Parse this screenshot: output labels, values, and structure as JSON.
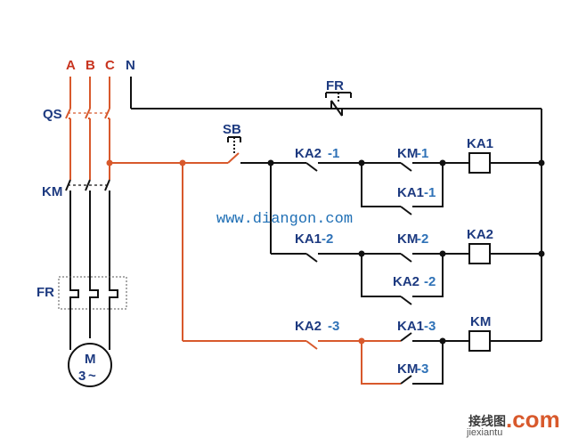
{
  "colors": {
    "black": "#111111",
    "orange": "#d8592c",
    "blue": "#2f72b7",
    "label_red": "#c8341f",
    "navy": "#1d3a80"
  },
  "phase_labels": {
    "a": "A",
    "b": "B",
    "c": "C",
    "n": "N"
  },
  "labels": {
    "qs": "QS",
    "km_main": "KM",
    "fr_main": "FR",
    "motor_m": "M",
    "motor_3": "3",
    "motor_ac": "~",
    "fr_top": "FR",
    "sb": "SB",
    "ka2_1_name": "KA2",
    "ka2_1_idx": "-1",
    "km_1_name": "KM",
    "km_1_idx": "-1",
    "ka1_1_name": "KA1",
    "ka1_1_idx": "-1",
    "coil_ka1": "KA1",
    "ka1_2_name": "KA1",
    "ka1_2_idx": "-2",
    "km_2_name": "KM",
    "km_2_idx": "-2",
    "ka2_2_name": "KA2",
    "ka2_2_idx": "-2",
    "coil_ka2": "KA2",
    "ka2_3_name": "KA2",
    "ka2_3_idx": "-3",
    "ka1_3_name": "KA1",
    "ka1_3_idx": "-3",
    "km_3_name": "KM",
    "km_3_idx": "-3",
    "coil_km": "KM"
  },
  "watermark": {
    "url": "www.diangon.com"
  },
  "logo": {
    "cn": "接线图",
    "com": ".com",
    "sub": "jiexiantu"
  }
}
